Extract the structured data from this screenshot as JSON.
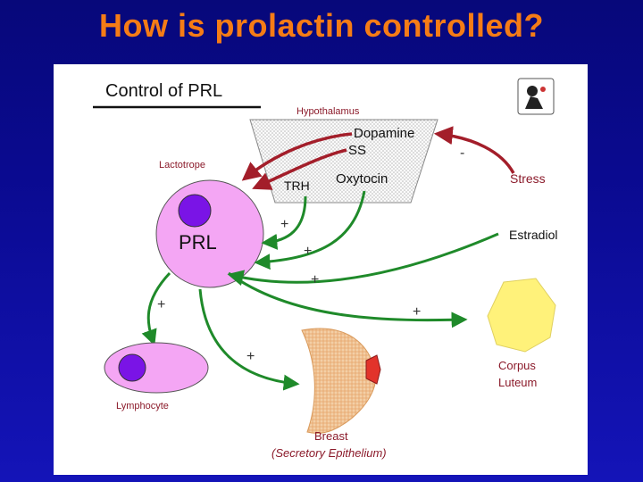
{
  "slide": {
    "title": "How is prolactin controlled?"
  },
  "diagram": {
    "title": "Control of PRL",
    "labels": {
      "hypothalamus": "Hypothalamus",
      "dopamine": "Dopamine",
      "ss": "SS",
      "trh": "TRH",
      "oxytocin": "Oxytocin",
      "lactotrope": "Lactotrope",
      "prl": "PRL",
      "stress": "Stress",
      "estradiol": "Estradiol",
      "lymphocyte": "Lymphocyte",
      "breast": "Breast",
      "secretory": "(Secretory Epithelium)",
      "corpus": "Corpus",
      "luteum": "Luteum"
    },
    "signs": {
      "stress_minus": "-",
      "trh_plus": "+",
      "oxytocin_plus": "+",
      "estradiol_plus": "+",
      "lymphocyte_plus": "+",
      "breast_plus": "+",
      "corpus_plus": "+"
    },
    "colors": {
      "inhibitory": "#a31e2a",
      "stimulatory": "#1f8a2a",
      "cell_body": "#f4a6f4",
      "nucleus": "#7a14e6",
      "corpus_luteum": "#fff27a",
      "breast_tissue": "#f2c79a",
      "nipple": "#e2332b"
    },
    "logo_icon": "emblem-icon"
  }
}
